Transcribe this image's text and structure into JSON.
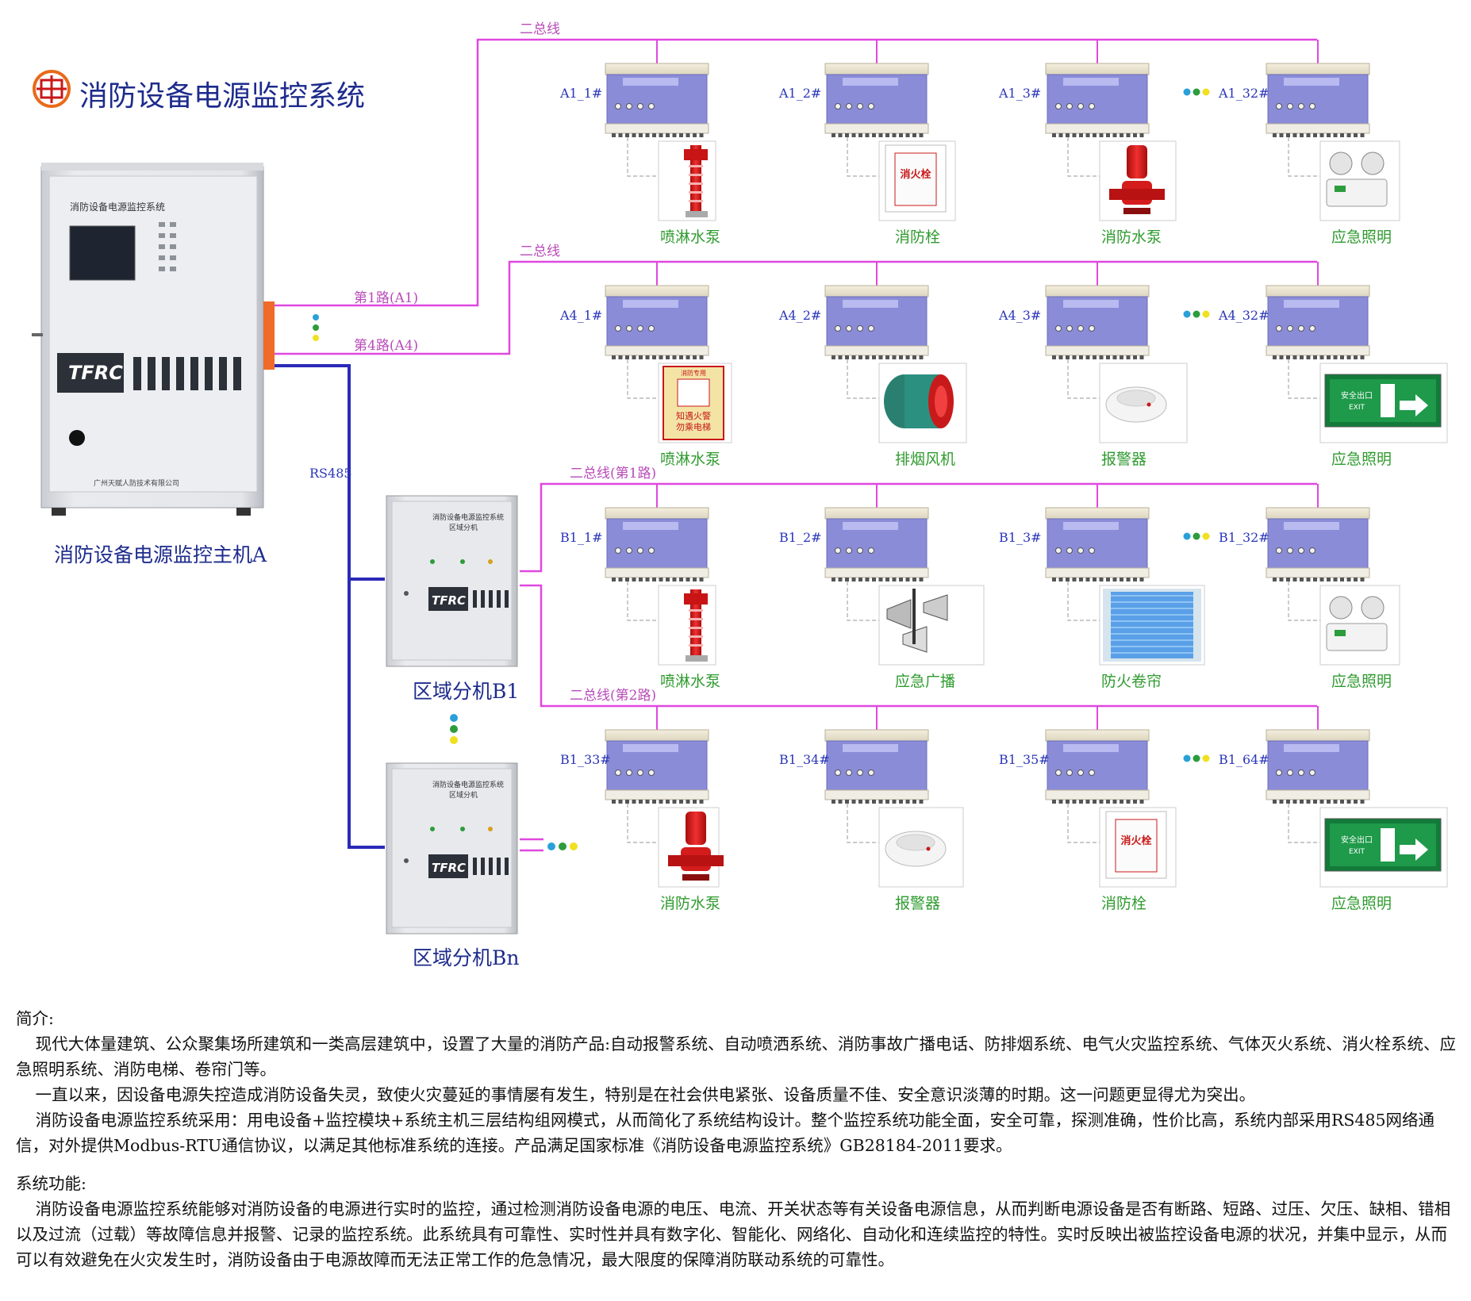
{
  "title": "消防设备电源监控系统",
  "host": {
    "caption": "消防设备电源监控主机A",
    "panel_title": "消防设备电源监控系统",
    "brand": "TFRC",
    "company": "广州天赋人防技术有限公司"
  },
  "sub1": {
    "caption": "区域分机B1",
    "panel_title": "消防设备电源监控系统",
    "panel_sub": "区域分机",
    "brand": "TFRC"
  },
  "subn": {
    "caption": "区域分机Bn",
    "panel_title": "消防设备电源监控系统",
    "panel_sub": "区域分机",
    "brand": "TFRC"
  },
  "links": {
    "route1": "第1路(A1)",
    "route4": "第4路(A4)",
    "rs485": "RS485"
  },
  "rows": [
    {
      "bus": "二总线",
      "modules": [
        "A1_1#",
        "A1_2#",
        "A1_3#",
        "A1_32#"
      ],
      "devices": [
        "喷淋水泵",
        "消防栓",
        "消防水泵",
        "应急照明"
      ]
    },
    {
      "bus": "二总线",
      "modules": [
        "A4_1#",
        "A4_2#",
        "A4_3#",
        "A4_32#"
      ],
      "devices": [
        "喷淋水泵",
        "排烟风机",
        "报警器",
        "应急照明"
      ]
    },
    {
      "bus": "二总线(第1路)",
      "modules": [
        "B1_1#",
        "B1_2#",
        "B1_3#",
        "B1_32#"
      ],
      "devices": [
        "喷淋水泵",
        "应急广播",
        "防火卷帘",
        "应急照明"
      ]
    },
    {
      "bus": "二总线(第2路)",
      "modules": [
        "B1_33#",
        "B1_34#",
        "B1_35#",
        "B1_64#"
      ],
      "devices": [
        "消防水泵",
        "报警器",
        "消防栓",
        "应急照明"
      ]
    }
  ],
  "signs": {
    "hydrant": "消火栓",
    "exit": "安全出口",
    "exit_en": "EXIT",
    "elevator_top": "消防专用",
    "elevator_main": "知遇火警",
    "elevator_sub": "勿乘电梯"
  },
  "intro": {
    "heading": "简介:",
    "paragraphs": [
      "现代大体量建筑、公众聚集场所建筑和一类高层建筑中，设置了大量的消防产品:自动报警系统、自动喷洒系统、消防事故广播电话、防排烟系统、电气火灾监控系统、气体灭火系统、消火栓系统、应急照明系统、消防电梯、卷帘门等。",
      "一直以来，因设备电源失控造成消防设备失灵，致使火灾蔓延的事情屡有发生，特别是在社会供电紧张、设备质量不佳、安全意识淡薄的时期。这一问题更显得尤为突出。",
      "消防设备电源监控系统采用：用电设备+监控模块+系统主机三层结构组网模式，从而简化了系统结构设计。整个监控系统功能全面，安全可靠，探测准确，性价比高，系统内部采用RS485网络通信，对外提供Modbus-RTU通信协议，以满足其他标准系统的连接。产品满足国家标准《消防设备电源监控系统》GB28184-2011要求。"
    ]
  },
  "features": {
    "heading": "系统功能:",
    "paragraphs": [
      "消防设备电源监控系统能够对消防设备的电源进行实时的监控，通过检测消防设备电源的电压、电流、开关状态等有关设备电源信息，从而判断电源设备是否有断路、短路、过压、欠压、缺相、错相以及过流（过载）等故障信息并报警、记录的监控系统。此系统具有可靠性、实时性并具有数字化、智能化、网络化、自动化和连续监控的特性。实时反映出被监控设备电源的状况，并集中显示，从而可以有效避免在火灾发生时，消防设备由于电源故障而无法正常工作的危急情况，最大限度的保障消防联动系统的可靠性。"
    ]
  },
  "colors": {
    "bus": "#e048e0",
    "rs485": "#2a2ab8",
    "caption": "#1d2b8c",
    "device": "#2f9b2f",
    "module": "#8a8cd8"
  }
}
